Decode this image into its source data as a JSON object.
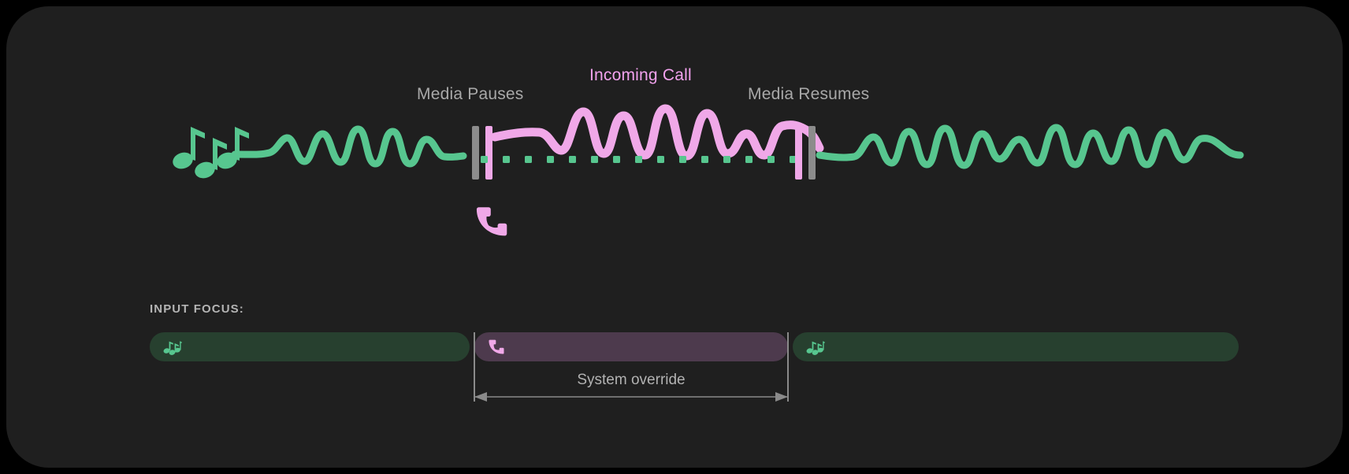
{
  "diagram": {
    "title_label": "Incoming Call",
    "labels": {
      "media_pauses": "Media Pauses",
      "incoming_call": "Incoming Call",
      "media_resumes": "Media Resumes"
    },
    "icons": {
      "music_notes": "music-notes-icon",
      "phone": "phone-icon"
    },
    "colors": {
      "background": "#1f1f1f",
      "media_wave": "#57c68f",
      "call_wave": "#f0a8e8",
      "marker_gray": "#8c8c8c",
      "marker_pink": "#f0a8e8",
      "label_text": "#a8a8a8",
      "call_text": "#f2a2ee"
    },
    "segments": [
      {
        "name": "media-playing-before",
        "state": "playing",
        "source": "media"
      },
      {
        "name": "call-active",
        "state": "paused",
        "source": "call"
      },
      {
        "name": "media-playing-after",
        "state": "playing",
        "source": "media"
      }
    ]
  },
  "focus": {
    "title": "INPUT FOCUS:",
    "override_label": "System override",
    "bars": [
      {
        "name": "media-a",
        "icon": "music-notes-icon",
        "color": "#27402f"
      },
      {
        "name": "call",
        "icon": "phone-icon",
        "color": "#4d3a4d"
      },
      {
        "name": "media-b",
        "icon": "music-notes-icon",
        "color": "#27402f"
      }
    ]
  }
}
